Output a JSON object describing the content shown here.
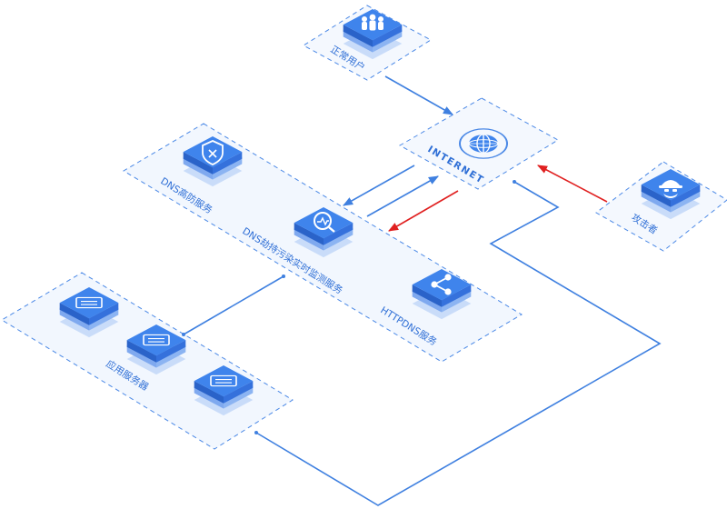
{
  "labels": {
    "normal_user": "正常用户",
    "internet": "INTERNET",
    "dns_defense": "DNS高防服务",
    "dns_monitor": "DNS劫持污染实时监测服务",
    "httpdns": "HTTPDNS服务",
    "app_servers": "应用服务器",
    "attacker": "攻击者"
  },
  "colors": {
    "flow_normal": "#3f80e0",
    "flow_attack": "#e02020",
    "zone_border": "#4a88e6",
    "zone_fill": "#f2f7fe",
    "tile_top": "#3f84ec",
    "tile_side": "#2f6fd6",
    "tile_shadow": "#9fc2f5"
  },
  "icons": {
    "normal_user": "users-group-icon",
    "internet": "globe-icon",
    "dns_defense": "shield-icon",
    "dns_monitor": "search-monitor-icon",
    "httpdns": "share-nodes-icon",
    "app_server": "server-icon",
    "attacker": "hacker-icon"
  }
}
